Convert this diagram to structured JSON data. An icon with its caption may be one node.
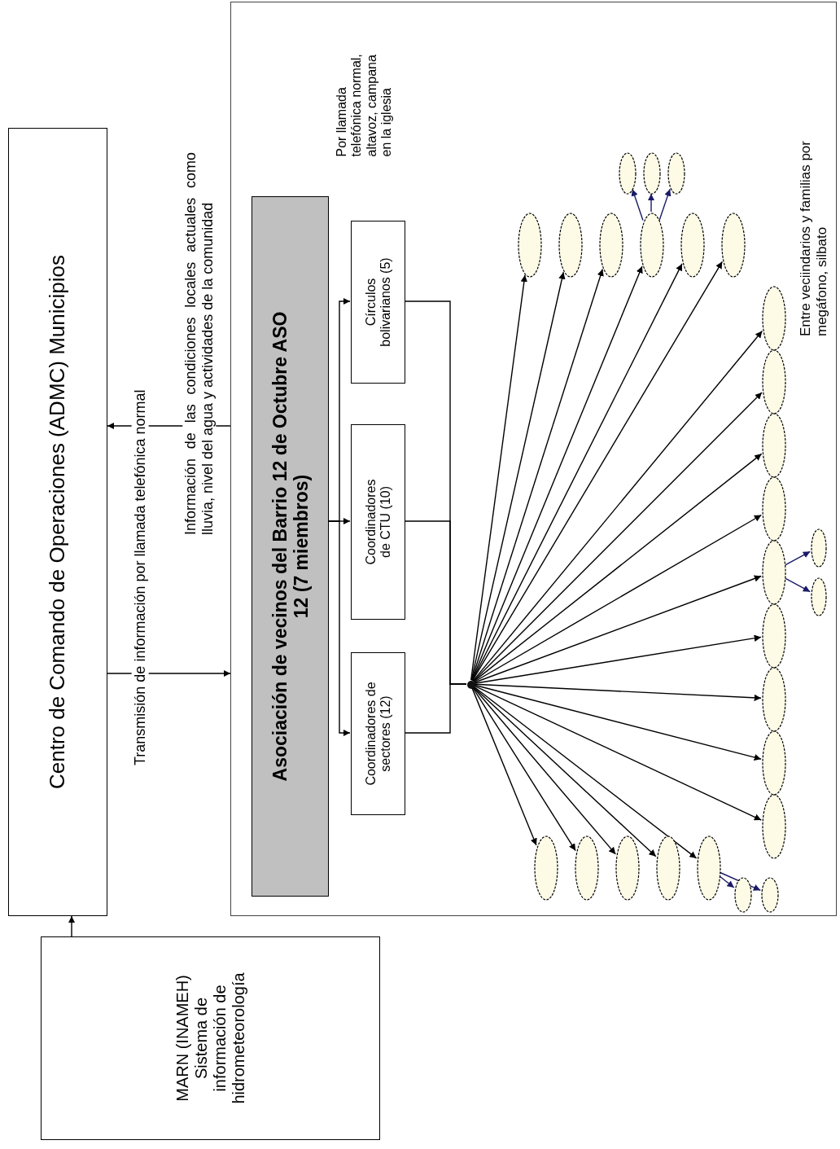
{
  "diagram": {
    "nodes": [
      {
        "text": [
          "Centro de Comando de Operaciones (ADMC) Municipios"
        ]
      },
      {
        "text": [
          "MARN (INAMEH) Sistema de información de hidrometeorología"
        ]
      },
      {
        "text": [],
        "shape": "box"
      },
      {
        "text": [
          "Asociación de vecinos del Barrio 12 de Octubre ASO 12 (7 miembros)"
        ],
        "in": 2
      },
      {
        "text": [
          "Coordinadores de sectores (12)"
        ],
        "in": 2
      },
      {
        "text": [
          "Coordinadores de CTU (10)"
        ],
        "in": 2
      },
      {
        "text": [
          "Círculos bolivarianos (5)"
        ],
        "in": 2
      },
      {
        "text": [],
        "shape": "circle",
        "in": 2
      },
      {
        "text": [],
        "shape": "ellipse",
        "in": 2
      },
      {
        "text": [],
        "shape": "ellipse",
        "in": 2
      },
      {
        "text": [],
        "shape": "ellipse",
        "in": 2
      },
      {
        "text": [],
        "shape": "ellipse",
        "in": 2
      },
      {
        "text": [],
        "shape": "ellipse",
        "in": 2
      },
      {
        "text": [],
        "shape": "ellipse",
        "in": 2
      },
      {
        "text": [],
        "shape": "ellipse",
        "in": 2
      },
      {
        "text": [],
        "shape": "ellipse",
        "in": 2
      },
      {
        "text": [],
        "shape": "ellipse",
        "in": 2
      },
      {
        "text": [],
        "shape": "ellipse",
        "in": 2
      },
      {
        "text": [],
        "shape": "ellipse",
        "in": 2
      },
      {
        "text": [],
        "shape": "ellipse",
        "in": 2
      },
      {
        "text": [],
        "shape": "ellipse",
        "in": 2
      },
      {
        "text": [],
        "shape": "ellipse",
        "in": 2
      },
      {
        "text": [],
        "shape": "ellipse",
        "in": 2
      },
      {
        "text": [],
        "shape": "ellipse",
        "in": 2
      },
      {
        "text": [],
        "shape": "ellipse",
        "in": 2
      },
      {
        "text": [],
        "shape": "ellipse",
        "in": 2
      },
      {
        "text": [],
        "shape": "ellipse",
        "in": 2
      },
      {
        "text": [],
        "shape": "ellipse",
        "in": 2
      },
      {
        "text": [],
        "shape": "ellipse",
        "in": 2
      },
      {
        "text": [],
        "shape": "ellipse",
        "in": 2
      },
      {
        "text": [],
        "shape": "ellipse",
        "in": 2
      },
      {
        "text": [],
        "shape": "ellipse",
        "in": 2
      },
      {
        "text": [],
        "shape": "ellipse",
        "in": 2
      },
      {
        "text": [],
        "shape": "ellipse",
        "in": 2
      },
      {
        "text": [],
        "shape": "ellipse",
        "in": 2
      }
    ],
    "edges": [
      {
        "from": 0,
        "to": 2,
        "arrow": "to",
        "label": "Transmisión de información por llamada telefónica normal"
      },
      {
        "from": 2,
        "to": 0,
        "arrow": "to",
        "label": "Información de las condiciones locales actuales como lluvia, nivel del agua y actividades de la comunidad"
      },
      {
        "from": 1,
        "to": 0,
        "arrow": "to"
      },
      {
        "from": 3,
        "to": 4,
        "arrow": "to"
      },
      {
        "from": 3,
        "to": 5,
        "arrow": "to"
      },
      {
        "from": 3,
        "to": 6,
        "arrow": "to"
      },
      {
        "from": 4,
        "to": 7,
        "arrow": "none"
      },
      {
        "from": 5,
        "to": 7,
        "arrow": "none"
      },
      {
        "from": 6,
        "to": 7,
        "arrow": "none"
      },
      {
        "from": 7,
        "to": 8,
        "arrow": "to"
      },
      {
        "from": 7,
        "to": 9,
        "arrow": "to"
      },
      {
        "from": 7,
        "to": 10,
        "arrow": "to"
      },
      {
        "from": 7,
        "to": 11,
        "arrow": "to"
      },
      {
        "from": 7,
        "to": 15,
        "arrow": "to"
      },
      {
        "from": 7,
        "to": 16,
        "arrow": "to"
      },
      {
        "from": 7,
        "to": 17,
        "arrow": "to"
      },
      {
        "from": 7,
        "to": 18,
        "arrow": "to"
      },
      {
        "from": 7,
        "to": 19,
        "arrow": "to"
      },
      {
        "from": 7,
        "to": 20,
        "arrow": "to"
      },
      {
        "from": 7,
        "to": 21,
        "arrow": "to"
      },
      {
        "from": 7,
        "to": 24,
        "arrow": "to"
      },
      {
        "from": 7,
        "to": 25,
        "arrow": "to"
      },
      {
        "from": 7,
        "to": 26,
        "arrow": "to"
      },
      {
        "from": 7,
        "to": 27,
        "arrow": "to"
      },
      {
        "from": 7,
        "to": 28,
        "arrow": "to"
      },
      {
        "from": 7,
        "to": 31,
        "arrow": "to"
      },
      {
        "from": 7,
        "to": 32,
        "arrow": "to"
      },
      {
        "from": 7,
        "to": 33,
        "arrow": "to"
      },
      {
        "from": 7,
        "to": 34,
        "arrow": "to"
      },
      {
        "from": 11,
        "to": 12,
        "arrow": "to",
        "color": "#1a1a66"
      },
      {
        "from": 11,
        "to": 13,
        "arrow": "to",
        "color": "#1a1a66"
      },
      {
        "from": 11,
        "to": 14,
        "arrow": "to",
        "color": "#1a1a66"
      },
      {
        "from": 21,
        "to": 22,
        "arrow": "to",
        "color": "#1a1a66"
      },
      {
        "from": 21,
        "to": 23,
        "arrow": "to",
        "color": "#1a1a66"
      },
      {
        "from": 28,
        "to": 29,
        "arrow": "to",
        "color": "#1a1a66"
      },
      {
        "from": 28,
        "to": 30,
        "arrow": "to",
        "color": "#1a1a66"
      }
    ],
    "labels": [
      "Por llamada telefónica normal, altavoz, campana en la iglesia",
      "Entre veciindarios y familias por megáfono, silbato"
    ]
  }
}
